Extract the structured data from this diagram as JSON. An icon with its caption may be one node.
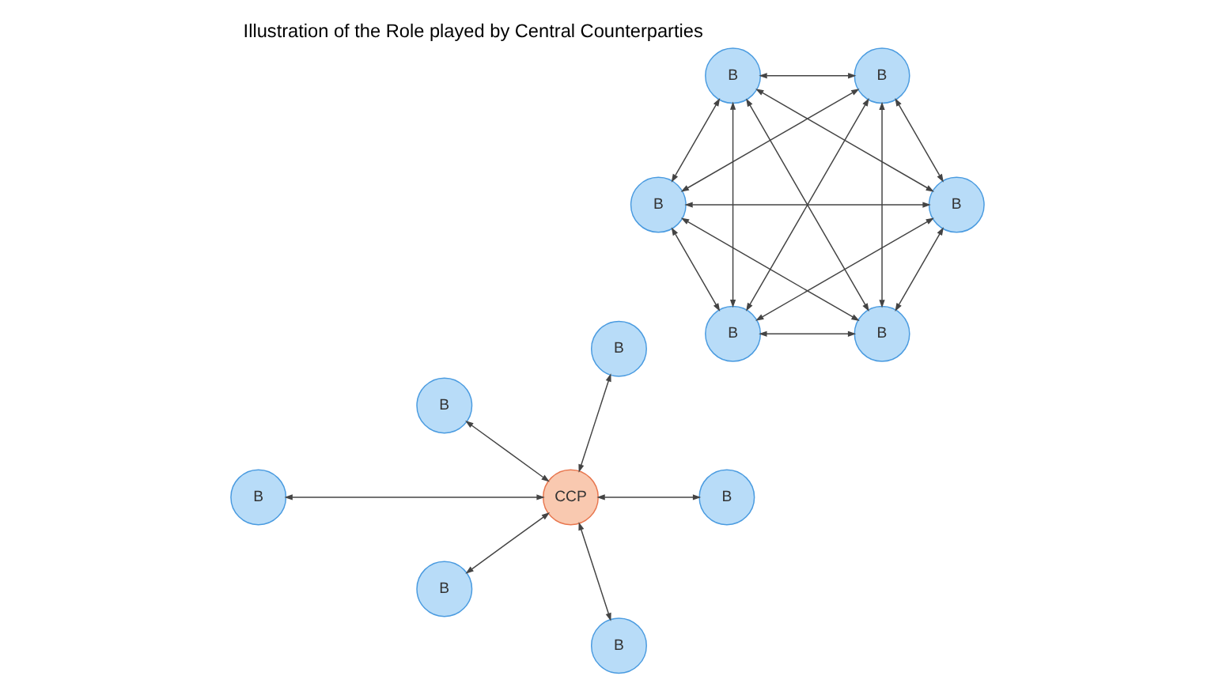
{
  "diagram": {
    "title": "Illustration of the Role played by Central Counterparties",
    "nodes": [
      {
        "text": [
          "B"
        ]
      },
      {
        "text": [
          "B"
        ]
      },
      {
        "text": [
          "B"
        ]
      },
      {
        "text": [
          "B"
        ]
      },
      {
        "text": [
          "B"
        ]
      },
      {
        "text": [
          "B"
        ]
      },
      {
        "text": [
          "B"
        ]
      },
      {
        "text": [
          "B"
        ]
      },
      {
        "text": [
          "B"
        ]
      },
      {
        "text": [
          "CCP"
        ]
      },
      {
        "text": [
          "B"
        ]
      },
      {
        "text": [
          "B"
        ]
      },
      {
        "text": [
          "B"
        ]
      }
    ],
    "edges": [
      {
        "from": 0,
        "to": 1,
        "arrow": "both"
      },
      {
        "from": 0,
        "to": 2,
        "arrow": "both"
      },
      {
        "from": 0,
        "to": 3,
        "arrow": "both"
      },
      {
        "from": 0,
        "to": 4,
        "arrow": "both"
      },
      {
        "from": 0,
        "to": 5,
        "arrow": "both"
      },
      {
        "from": 1,
        "to": 2,
        "arrow": "both"
      },
      {
        "from": 1,
        "to": 3,
        "arrow": "both"
      },
      {
        "from": 1,
        "to": 4,
        "arrow": "both"
      },
      {
        "from": 1,
        "to": 5,
        "arrow": "both"
      },
      {
        "from": 2,
        "to": 3,
        "arrow": "both"
      },
      {
        "from": 2,
        "to": 4,
        "arrow": "both"
      },
      {
        "from": 2,
        "to": 5,
        "arrow": "both"
      },
      {
        "from": 3,
        "to": 4,
        "arrow": "both"
      },
      {
        "from": 3,
        "to": 5,
        "arrow": "both"
      },
      {
        "from": 4,
        "to": 5,
        "arrow": "both"
      },
      {
        "from": 6,
        "to": 9,
        "arrow": "both"
      },
      {
        "from": 7,
        "to": 9,
        "arrow": "both"
      },
      {
        "from": 8,
        "to": 9,
        "arrow": "both"
      },
      {
        "from": 9,
        "to": 10,
        "arrow": "both"
      },
      {
        "from": 11,
        "to": 9,
        "arrow": "both"
      },
      {
        "from": 12,
        "to": 9,
        "arrow": "both"
      }
    ]
  }
}
